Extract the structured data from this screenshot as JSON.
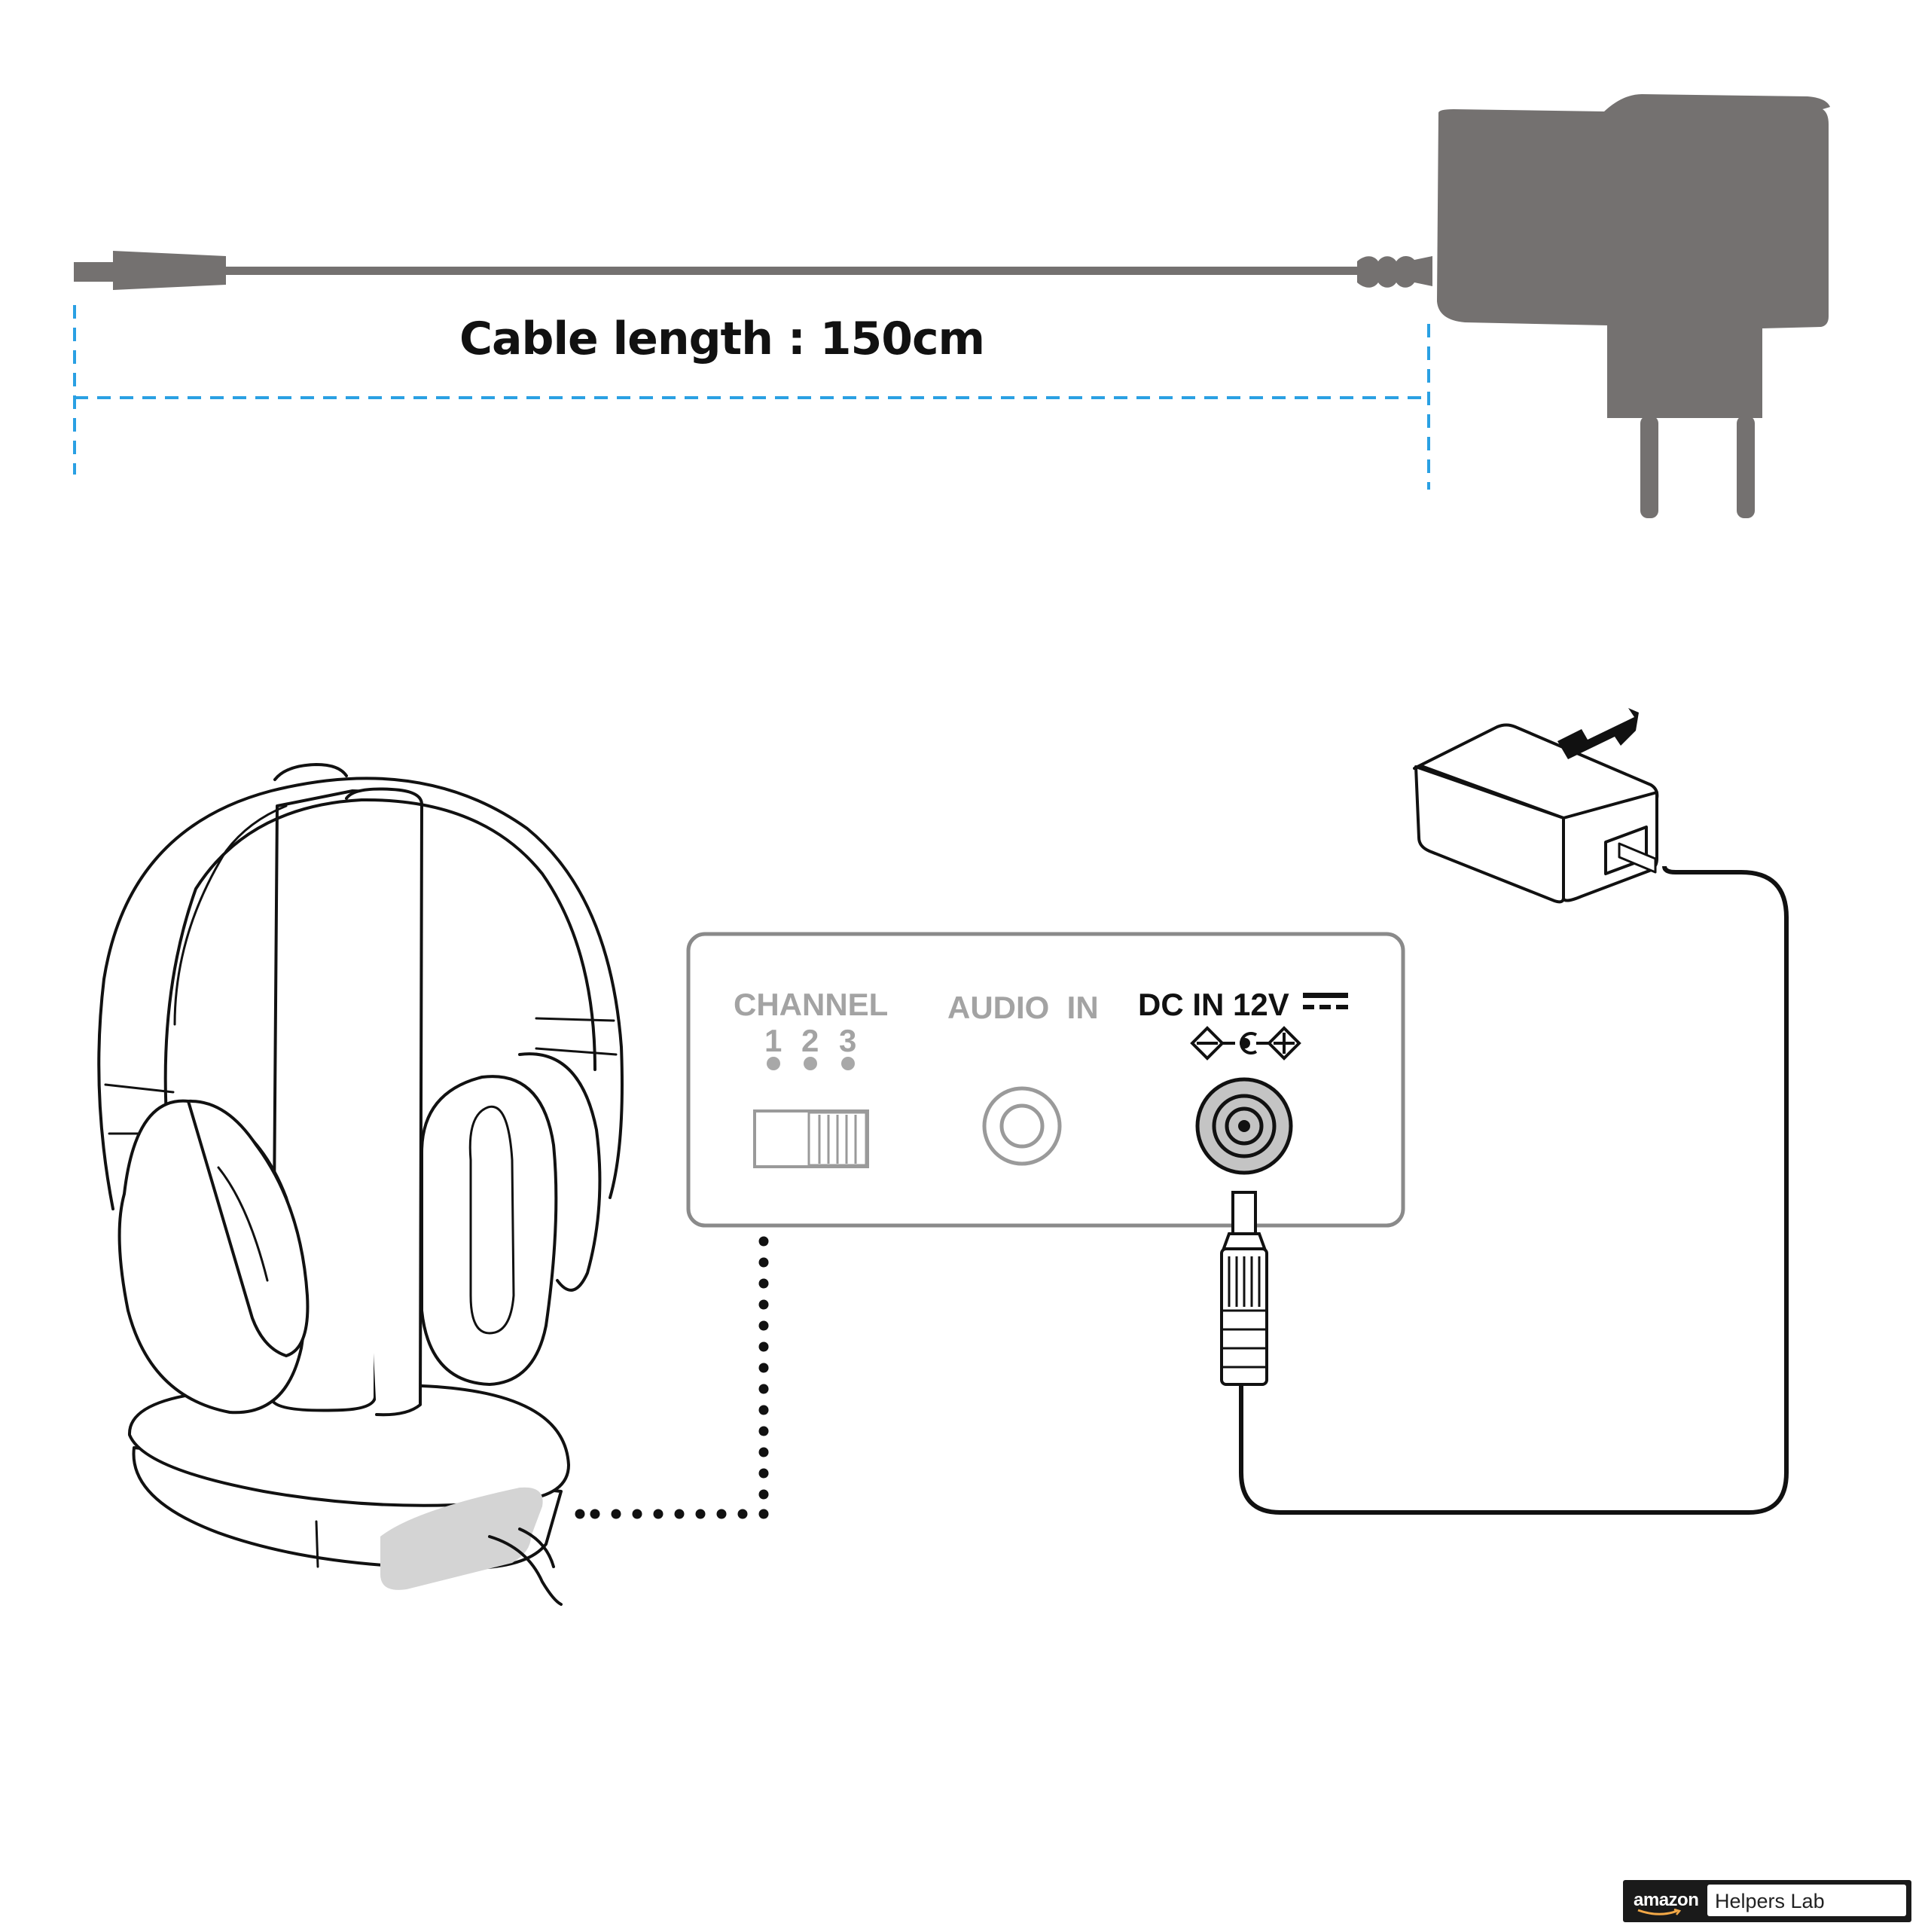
{
  "cable": {
    "label": "Cable length : 150cm"
  },
  "panel": {
    "channel_label": "CHANNEL",
    "channel_numbers": [
      "1",
      "2",
      "3"
    ],
    "audio_in_label": "AUDIO  IN",
    "dc_in_label": "DC IN 12V"
  },
  "badge": {
    "brand": "amazon",
    "name": "Helpers Lab"
  },
  "colors": {
    "adapter_gray": "#747170",
    "dimension_blue": "#2aa0e3",
    "line": "#111111",
    "panel_gray": "#8a8a8a"
  }
}
